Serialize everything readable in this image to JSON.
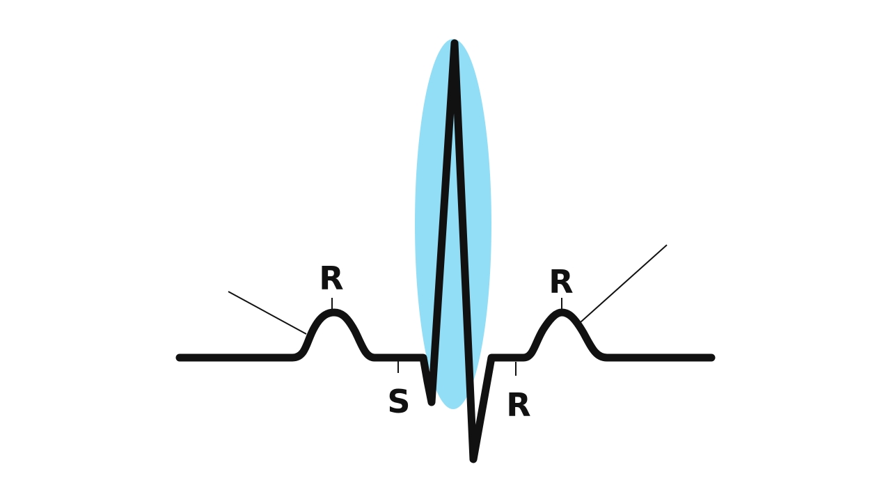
{
  "diagram": {
    "labels": {
      "left_peak": "R",
      "left_baseline": "S",
      "right_baseline": "R",
      "right_peak": "R"
    },
    "colors": {
      "background": "#ffffff",
      "trace": "#111111",
      "highlight": "#7fd8f5",
      "leader_line": "#111111"
    }
  }
}
